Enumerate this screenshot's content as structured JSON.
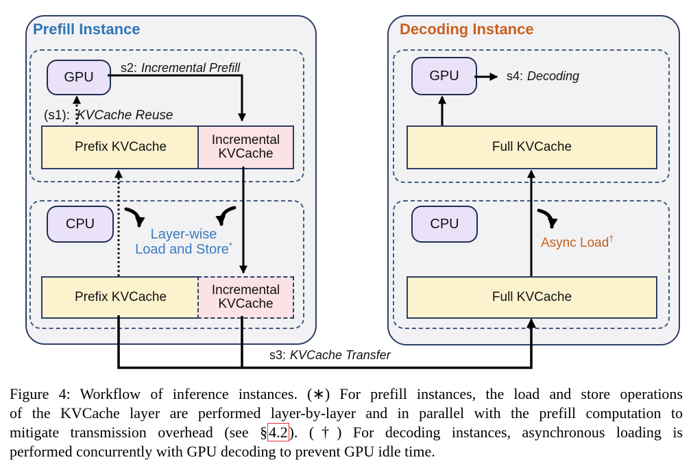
{
  "colors": {
    "container_fill": "#F2F2F4",
    "container_border": "#2C3E66",
    "dashed_border": "#44597E",
    "chip_fill": "#E9E2F9",
    "chip_border": "#1F2D50",
    "yellow_cache_fill": "#FCF2CD",
    "pink_cache_fill": "#FBE2E5",
    "prefill_title_color": "#2E75B6",
    "decoding_title_color": "#C8601E",
    "layerwise_label_color": "#3A7BBF",
    "async_label_color": "#C8601E",
    "link_box_color": "#E03131",
    "arrow_color": "#000000"
  },
  "prefill": {
    "title": "Prefill Instance",
    "gpu": "GPU",
    "cpu": "CPU",
    "s2": {
      "prefix": "s2:",
      "label": "Incremental Prefill"
    },
    "s1": {
      "prefix": "(s1):",
      "label": "KVCache Reuse"
    },
    "gpu_prefix_cache": "Prefix KVCache",
    "gpu_incr_cache": {
      "line1": "Incremental",
      "line2": "KVCache"
    },
    "cpu_prefix_cache": "Prefix KVCache",
    "cpu_incr_cache": {
      "line1": "Incremental",
      "line2": "KVCache"
    },
    "layerwise": {
      "line1": "Layer-wise",
      "line2": "Load and Store",
      "sup": "*"
    }
  },
  "decoding": {
    "title": "Decoding Instance",
    "gpu": "GPU",
    "cpu": "CPU",
    "s4": {
      "prefix": "s4:",
      "label": "Decoding"
    },
    "gpu_full_cache": "Full KVCache",
    "cpu_full_cache": "Full KVCache",
    "async": {
      "label": "Async Load",
      "sup": "†"
    }
  },
  "transfer": {
    "prefix": "s3:",
    "label": "KVCache Transfer"
  },
  "caption": {
    "line1": "Figure 4: Workflow of inference instances. (∗) For prefill instances, the load and store operations",
    "line2": "of the KVCache layer are performed layer-by-layer and in parallel with the prefill computation to",
    "line3a": "mitigate transmission overhead (see §",
    "link": "4.2",
    "line3b": "). (†) For decoding instances, asynchronous loading is",
    "line4": "performed concurrently with GPU decoding to prevent GPU idle time."
  }
}
